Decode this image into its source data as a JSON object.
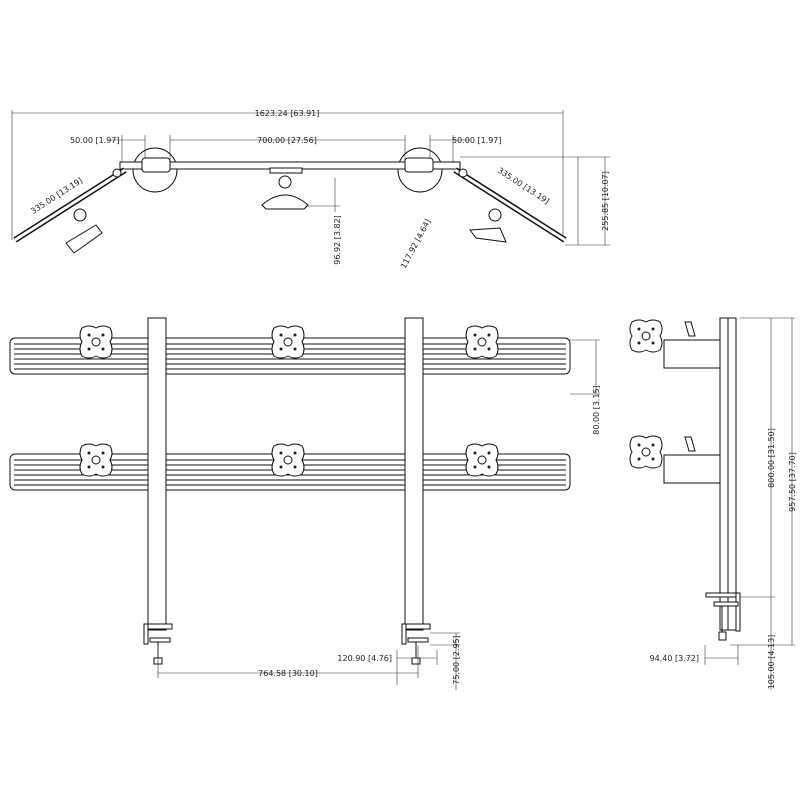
{
  "top_view": {
    "overall_width": "1623.24 [63.91]",
    "left_offset": "50.00 [1.97]",
    "center_span": "700.00 [27.56]",
    "right_offset": "50.00 [1.97]",
    "left_arm_length": "335.00 [13.19]",
    "right_arm_length": "335.00 [13.19]",
    "center_depth": "96.92 [3.82]",
    "side_depth": "117.92 [4.64]",
    "overall_depth": "255.85 [10.07]"
  },
  "front_view": {
    "bar_spacing": "80.00 [3.15]",
    "clamp_width": "120.90 [4.76]",
    "pole_spacing": "764.58 [30.10]",
    "clamp_depth": "75.00 [2.95]"
  },
  "side_view": {
    "clamp_offset": "94.40 [3.72]",
    "pole_height": "800.00 [31.50]",
    "overall_height": "957.50 [37.70]",
    "clamp_height": "105.00 [4.13]"
  }
}
